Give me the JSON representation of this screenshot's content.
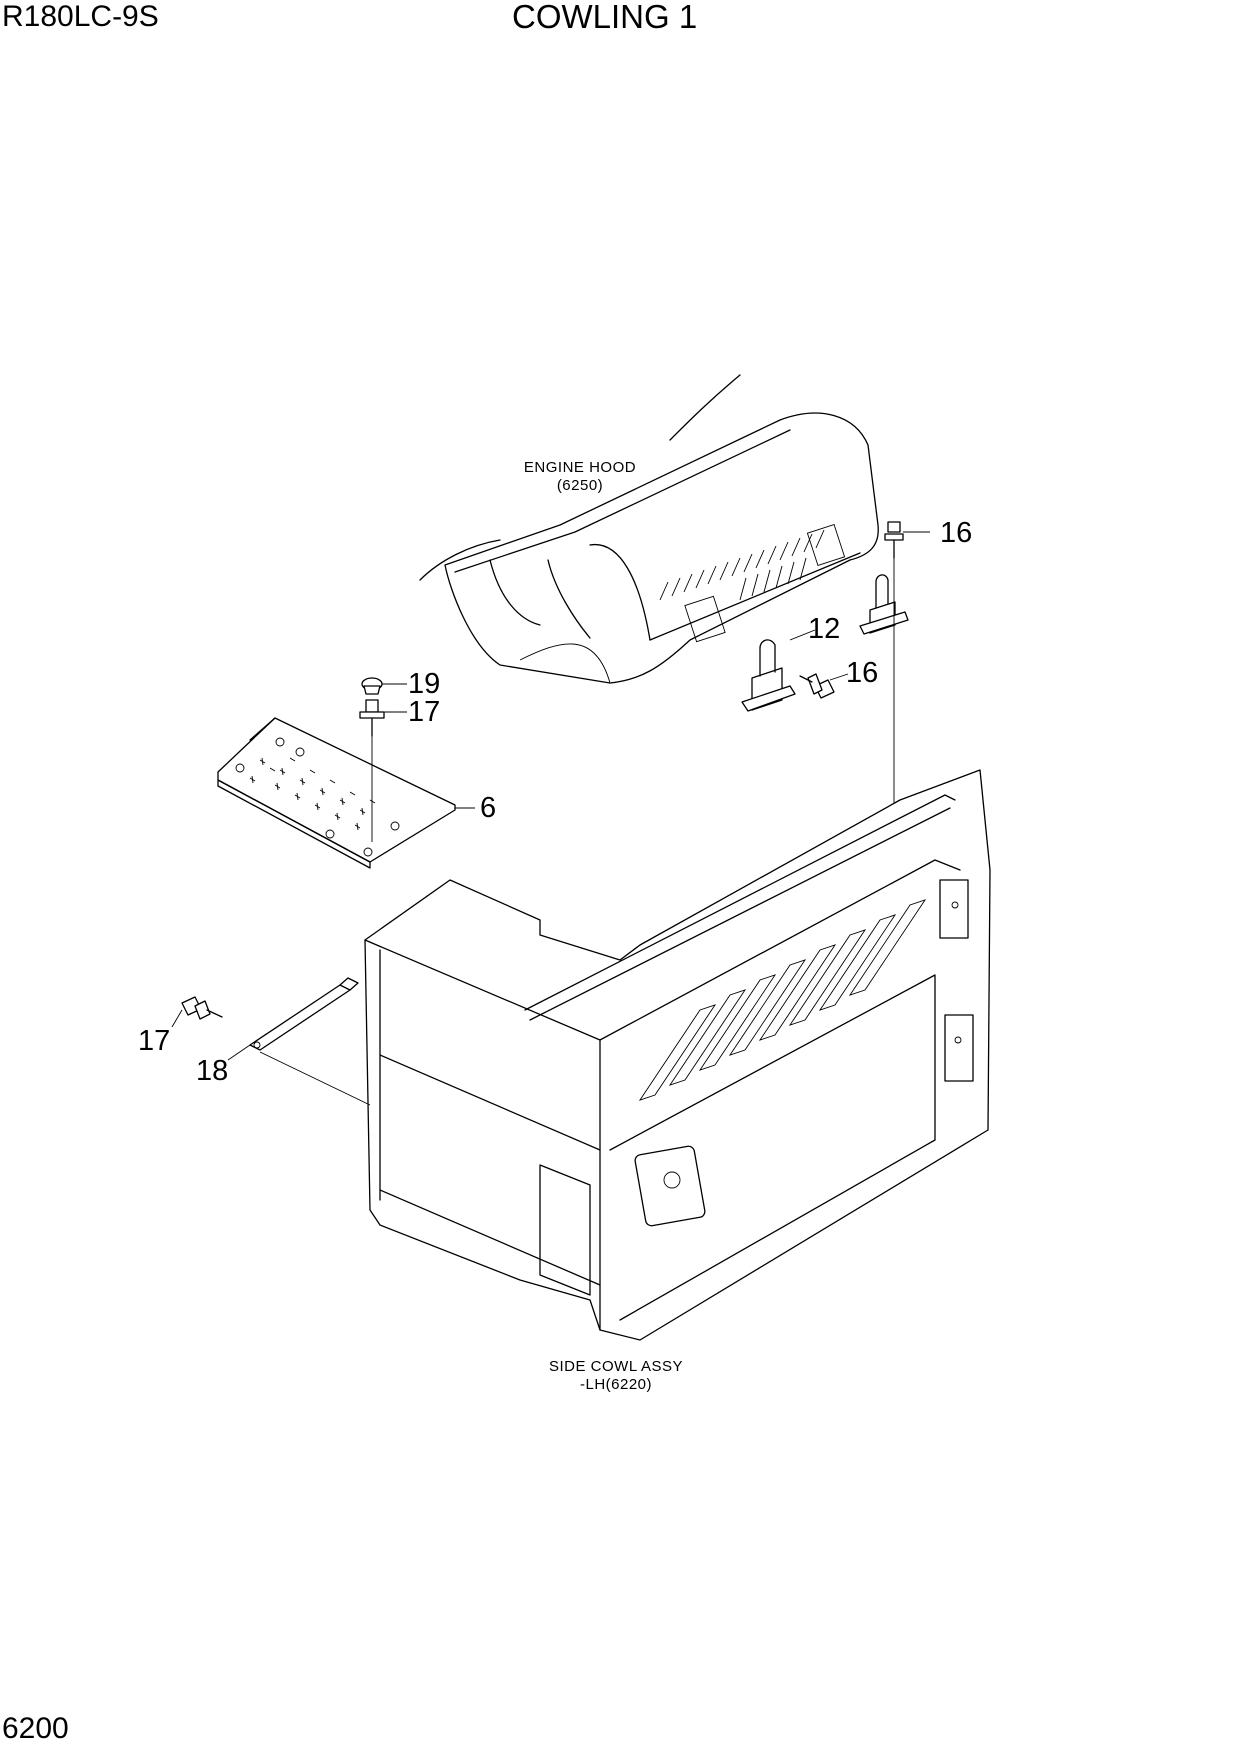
{
  "header": {
    "model": "R180LC-9S",
    "title": "COWLING 1"
  },
  "footer": {
    "page_number": "6200"
  },
  "references": {
    "engine_hood": [
      "ENGINE HOOD",
      "(6250)"
    ],
    "side_cowl": [
      "SIDE COWL ASSY",
      "-LH(6220)"
    ]
  },
  "callouts": [
    {
      "id": "16a",
      "label": "16"
    },
    {
      "id": "12",
      "label": "12"
    },
    {
      "id": "16b",
      "label": "16"
    },
    {
      "id": "19",
      "label": "19"
    },
    {
      "id": "17a",
      "label": "17"
    },
    {
      "id": "6",
      "label": "6"
    },
    {
      "id": "17b",
      "label": "17"
    },
    {
      "id": "18",
      "label": "18"
    }
  ]
}
